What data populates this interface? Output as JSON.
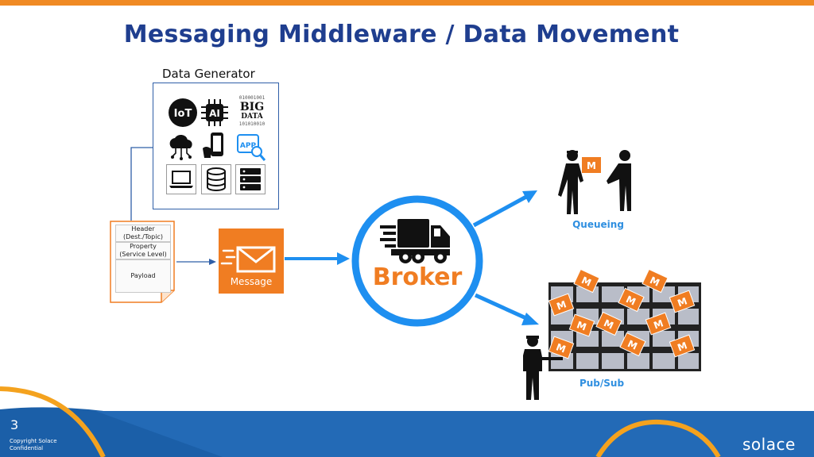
{
  "title": "Messaging Middleware / Data Movement",
  "data_generator": {
    "label": "Data Generator",
    "icons": [
      "iot-icon",
      "ai-chip-icon",
      "big-data-icon",
      "cloud-network-icon",
      "mobile-hand-icon",
      "app-search-icon",
      "laptop-icon",
      "database-icon",
      "server-icon"
    ],
    "iot_text": "IoT",
    "ai_text": "AI",
    "big_text": "BIG",
    "data_text": "DATA",
    "binary_top": "010001001",
    "binary_bottom": "101010010",
    "app_text": "APP"
  },
  "message_doc": {
    "header": "Header\n(Dest./Topic)",
    "property": "Property\n(Service Level)",
    "payload": "Payload"
  },
  "message_tile": {
    "label": "Message"
  },
  "broker": {
    "label": "Broker"
  },
  "queueing": {
    "label": "Queueing",
    "envelope_letter": "M"
  },
  "pubsub": {
    "label": "Pub/Sub",
    "envelope_letter": "M"
  },
  "footer": {
    "slide_number": "3",
    "copyright_line1": "Copyright Solace",
    "copyright_line2": "Confidential",
    "logo": "solace"
  },
  "colors": {
    "accent_orange": "#f07d22",
    "title_blue": "#1f3e8f",
    "arrow_blue": "#1e8ff0",
    "footer_blue": "#1b5fa8"
  }
}
